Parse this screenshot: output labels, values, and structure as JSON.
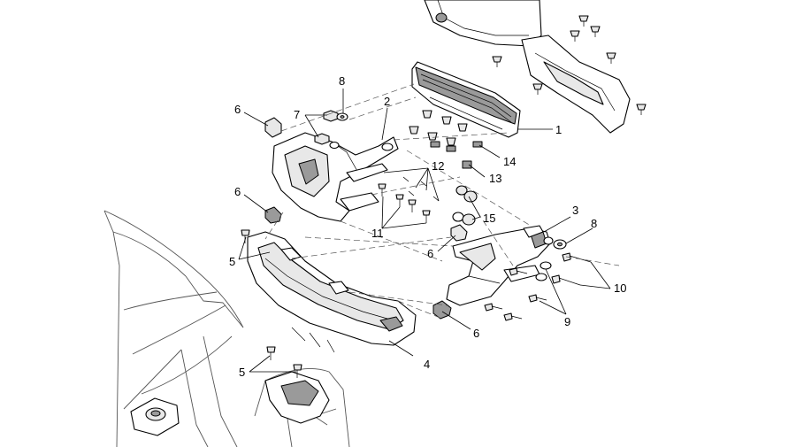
{
  "callouts": {
    "c1": "1",
    "c2": "2",
    "c3": "3",
    "c4": "4",
    "c5a": "5",
    "c5b": "5",
    "c6a": "6",
    "c6b": "6",
    "c6c": "6",
    "c6d": "6",
    "c7": "7",
    "c8a": "8",
    "c8b": "8",
    "c9": "9",
    "c10": "10",
    "c11": "11",
    "c12": "12",
    "c13": "13",
    "c14": "14",
    "c15": "15"
  }
}
